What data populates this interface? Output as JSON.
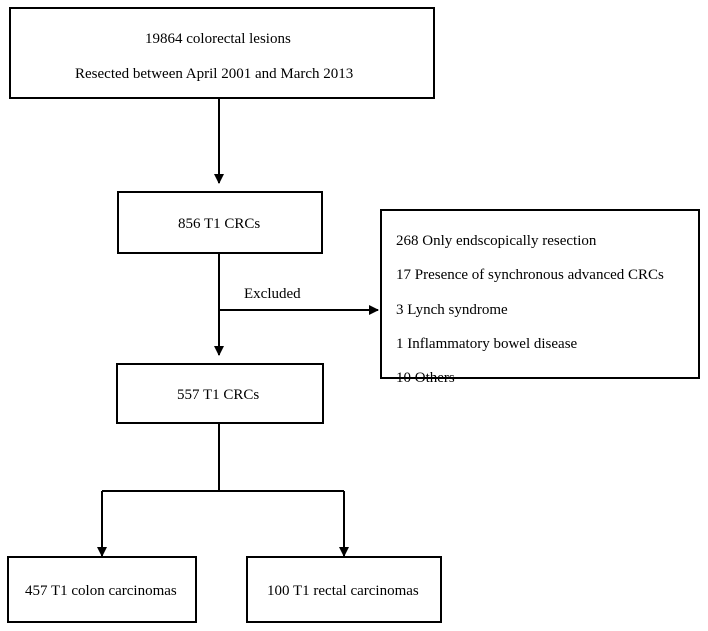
{
  "top_box": {
    "line1": "19864 colorectal lesions",
    "line2": "Resected between April 2001 and March 2013"
  },
  "box_856": {
    "label": "856 T1 CRCs"
  },
  "excluded_label": "Excluded",
  "exclusion_box": {
    "items": [
      "268 Only endscopically resection",
      "17 Presence of synchronous advanced CRCs",
      "3 Lynch syndrome",
      "1 Inflammatory bowel disease",
      "10 Others"
    ]
  },
  "box_557": {
    "label": "557 T1 CRCs"
  },
  "colon_box": {
    "label": "457 T1 colon carcinomas"
  },
  "rectal_box": {
    "label": "100 T1 rectal carcinomas"
  }
}
